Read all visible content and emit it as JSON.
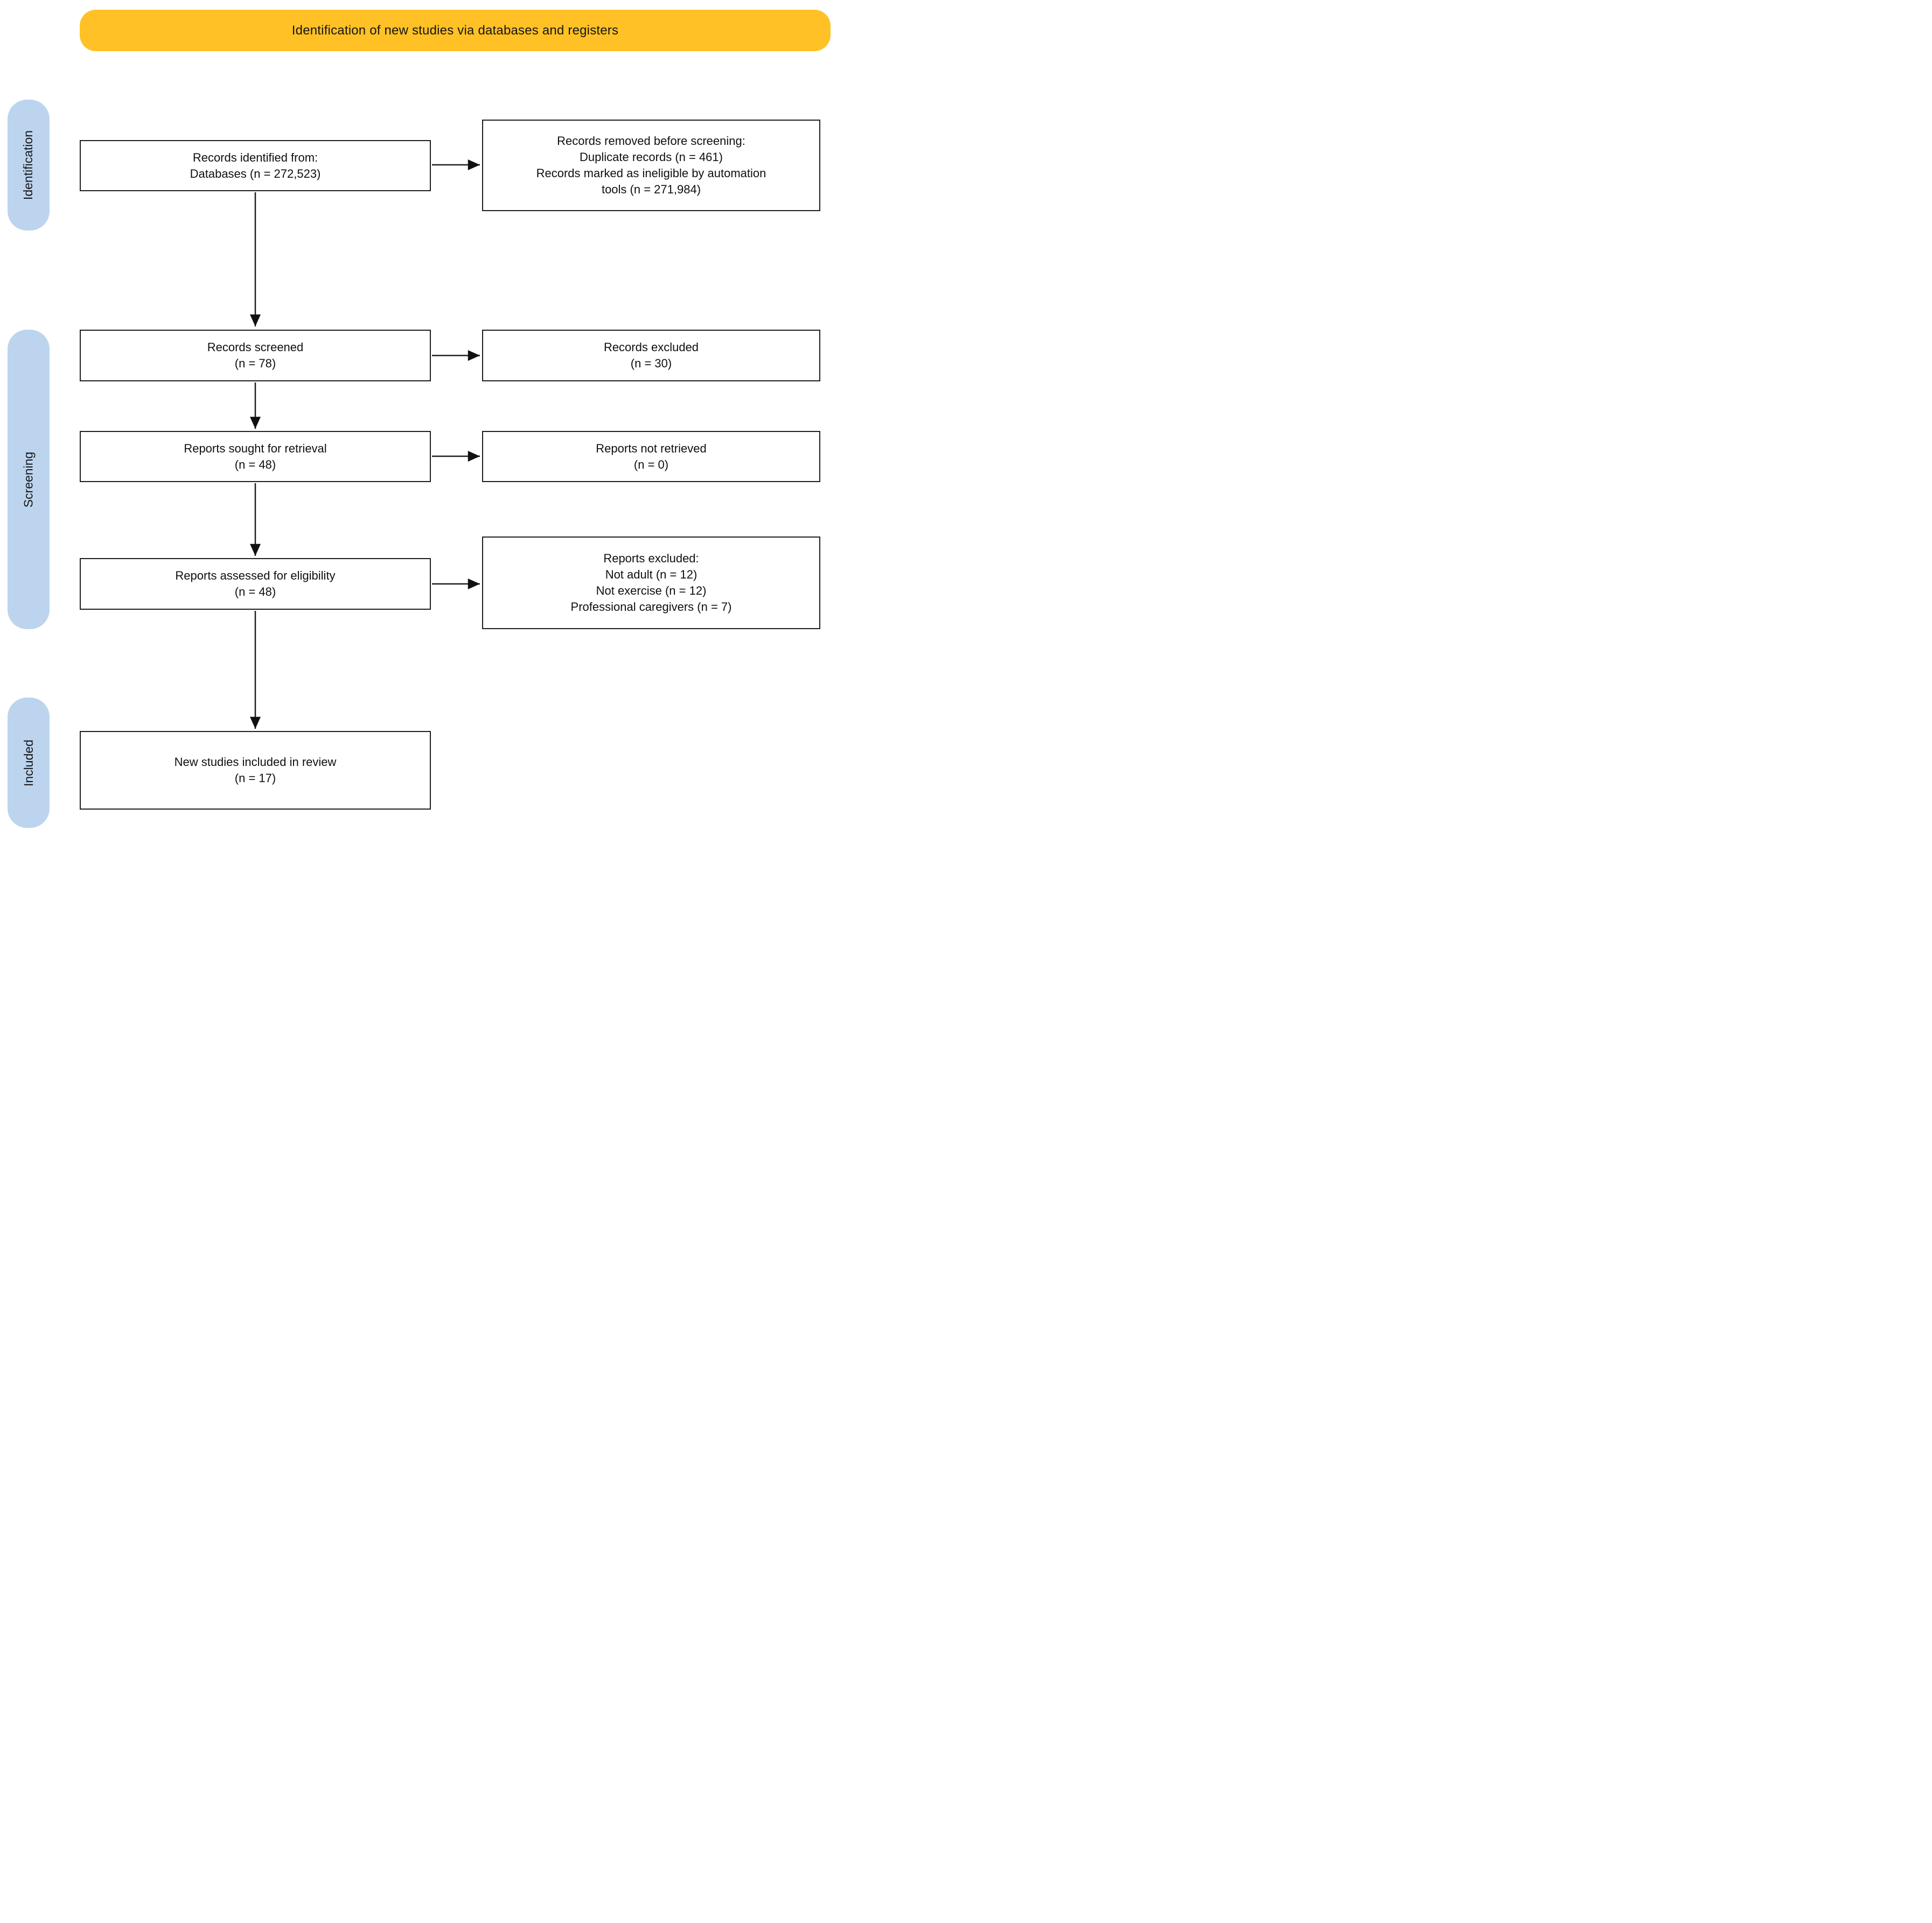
{
  "banner": {
    "label": "Identification of new studies via databases and registers"
  },
  "colors": {
    "banner": "#FFC125",
    "stage": "#BDD4EE"
  },
  "stages": {
    "identification": {
      "label": "Identification"
    },
    "screening": {
      "label": "Screening"
    },
    "included": {
      "label": "Included"
    }
  },
  "boxes": {
    "records_identified": {
      "lines": [
        "Records identified from:",
        "Databases (n = 272,523)"
      ]
    },
    "records_removed": {
      "lines": [
        "Records removed before screening:",
        "Duplicate records (n = 461)",
        "Records marked as ineligible by automation",
        "tools (n = 271,984)"
      ]
    },
    "records_screened": {
      "lines": [
        "Records screened",
        "(n = 78)"
      ]
    },
    "records_excluded": {
      "lines": [
        "Records excluded",
        "(n = 30)"
      ]
    },
    "reports_sought": {
      "lines": [
        "Reports sought for retrieval",
        "(n = 48)"
      ]
    },
    "reports_not_retrieved": {
      "lines": [
        "Reports not retrieved",
        "(n = 0)"
      ]
    },
    "reports_assessed": {
      "lines": [
        "Reports assessed for eligibility",
        "(n = 48)"
      ]
    },
    "reports_excluded": {
      "lines": [
        "Reports excluded:",
        "Not adult (n = 12)",
        "Not exercise (n = 12)",
        "Professional caregivers (n = 7)"
      ]
    },
    "new_studies_included": {
      "lines": [
        "New studies included in review",
        "(n = 17)"
      ]
    }
  }
}
